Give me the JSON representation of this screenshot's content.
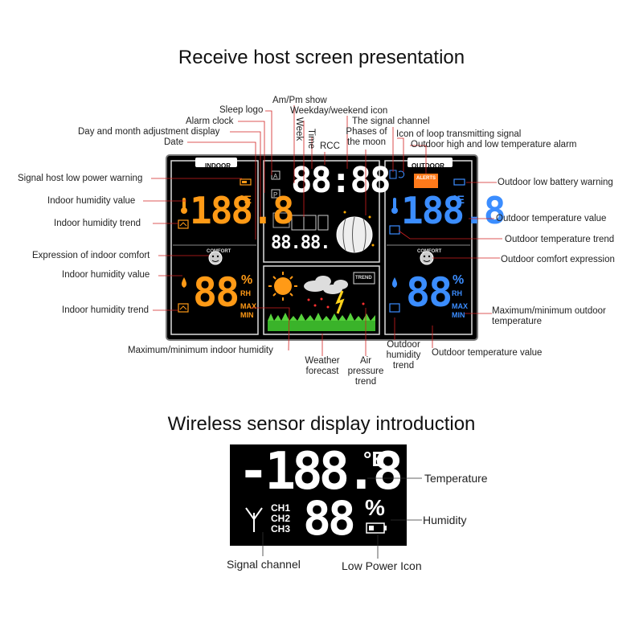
{
  "titles": {
    "receive": "Receive host screen presentation",
    "wireless": "Wireless sensor display introduction"
  },
  "host": {
    "indoor_tab": "INDOOR",
    "outdoor_tab": "OUTDOOR",
    "comfort": "COMFORT",
    "alerts": "ALERTS",
    "trend": "TREND",
    "rh": "RH",
    "max": "MAX",
    "min": "MIN",
    "deg": "°E",
    "pct": "%",
    "temp_digits": "188.8",
    "hum_digits": "88",
    "clock": "88:88",
    "date": "88.88.",
    "ind_am": "A",
    "ind_pm": "P"
  },
  "labels": {
    "am_pm": "Am/Pm show",
    "sleep": "Sleep logo",
    "weekday": "Weekday/weekend icon",
    "alarm": "Alarm clock",
    "signal_channel": "The signal channel",
    "day_month": "Day and month adjustment display",
    "week": "Week",
    "time": "Time",
    "phases": "Phases of the moon",
    "loop_icon": "Icon of loop transmitting signal",
    "date": "Date",
    "rcc": "RCC",
    "outdoor_alarm": "Outdoor high and low temperature alarm",
    "host_low_power": "Signal host low power warning",
    "outdoor_low_battery": "Outdoor low battery warning",
    "indoor_hum_value_1": "Indoor humidity value",
    "outdoor_temp_value_1": "Outdoor temperature value",
    "indoor_hum_trend_1": "Indoor humidity trend",
    "outdoor_temp_trend": "Outdoor temperature trend",
    "indoor_comfort": "Expression of indoor comfort",
    "outdoor_comfort": "Outdoor comfort expression",
    "indoor_hum_value_2": "Indoor humidity value",
    "indoor_hum_trend_2": "Indoor humidity trend",
    "max_min_outdoor": "Maximum/minimum outdoor temperature",
    "max_min_indoor": "Maximum/minimum indoor humidity",
    "weather_forecast": "Weather forecast",
    "air_pressure": "Air pressure trend",
    "outdoor_hum_trend": "Outdoor humidity trend",
    "outdoor_temp_value_2": "Outdoor temperature value"
  },
  "sensor": {
    "temp_digits": "-188.8",
    "deg": "°E",
    "hum_digits": "88",
    "pct": "%",
    "ch1": "CH1",
    "ch2": "CH2",
    "ch3": "CH3",
    "temperature": "Temperature",
    "humidity": "Humidity",
    "signal_channel": "Signal channel",
    "low_power": "Low Power Icon"
  },
  "colors": {
    "indoor": "#ff9a16",
    "outdoor": "#3b8dff",
    "panel": "#000000",
    "leader": "#d22020"
  }
}
